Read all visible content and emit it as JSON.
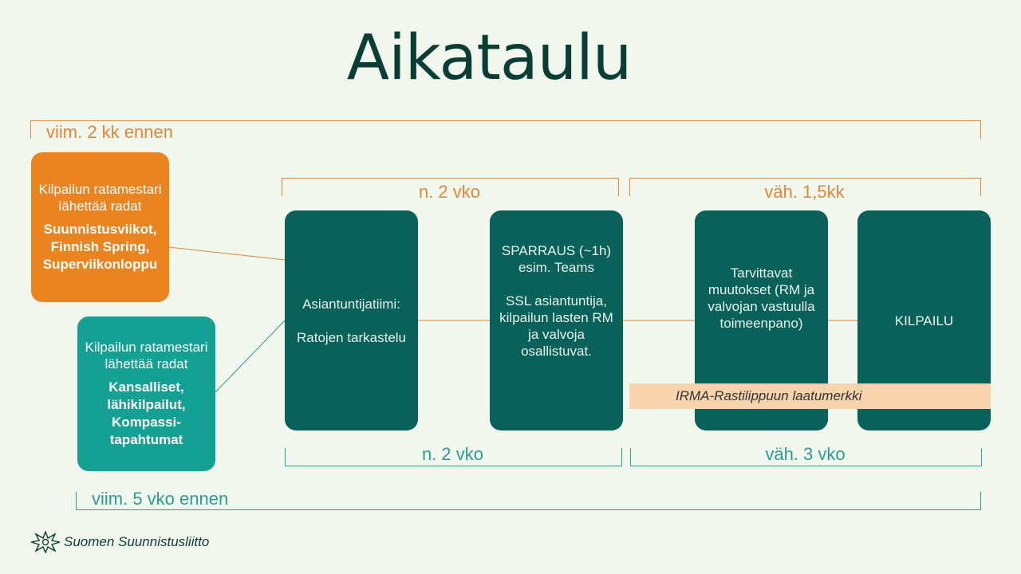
{
  "title": "Aikataulu",
  "colors": {
    "orange": "#e98421",
    "teal": "#14a092",
    "dark_green": "#0a6159",
    "irma_band": "#f7d3ae",
    "background": "#f1f7ec"
  },
  "brackets": {
    "top_outer": "viim. 2 kk ennen",
    "top_left": "n. 2 vko",
    "top_right": "väh. 1,5kk",
    "bottom_left": "n. 2 vko",
    "bottom_right": "väh. 3 vko",
    "bottom_outer": "viim. 5 vko ennen"
  },
  "orange_box": {
    "text": "Kilpailun ratamestari lähettää radat",
    "bold": "Suunnistusviikot, Finnish Spring, Superviikonloppu"
  },
  "teal_box": {
    "text": "Kilpailun ratamestari lähettää radat",
    "bold": "Kansalliset, lähikilpailut, Kompassi-tapahtumat"
  },
  "steps": [
    {
      "line1": "Asiantuntijatiimi:",
      "line2": "Ratojen tarkastelu"
    },
    {
      "line1": "SPARRAUS (~1h) esim. Teams",
      "line2": "SSL asiantuntija, kilpailun lasten RM ja valvoja osallistuvat."
    },
    {
      "line1": "Tarvittavat muutokset (RM ja valvojan vastuulla toimeenpano)",
      "line2": ""
    },
    {
      "line1": "KILPAILU",
      "line2": ""
    }
  ],
  "irma_label": "IRMA-Rastilippuun laatumerkki",
  "logo": {
    "text": "Suomen Suunnistusliitto",
    "icon": "star-compass-icon"
  }
}
